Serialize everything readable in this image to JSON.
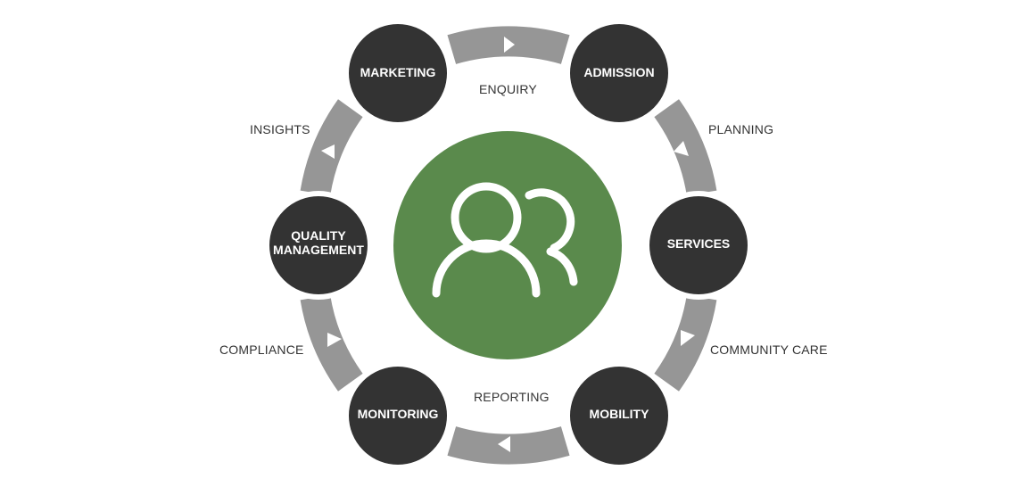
{
  "colors": {
    "node_fill": "#333333",
    "ring_gray": "#969696",
    "arrow_white": "#ffffff",
    "center_fill": "#5a8a4c",
    "icon_white": "#ffffff",
    "label_text": "#333333"
  },
  "center": {
    "icon": "users-icon"
  },
  "nodes": {
    "marketing": "MARKETING",
    "admission": "ADMISSION",
    "services": "SERVICES",
    "mobility": "MOBILITY",
    "monitoring": "MONITORING",
    "quality_line1": "QUALITY",
    "quality_line2": "MANAGEMENT"
  },
  "edges": {
    "enquiry": "ENQUIRY",
    "planning": "PLANNING",
    "community_care": "COMMUNITY CARE",
    "reporting": "REPORTING",
    "compliance": "COMPLIANCE",
    "insights": "INSIGHTS"
  }
}
